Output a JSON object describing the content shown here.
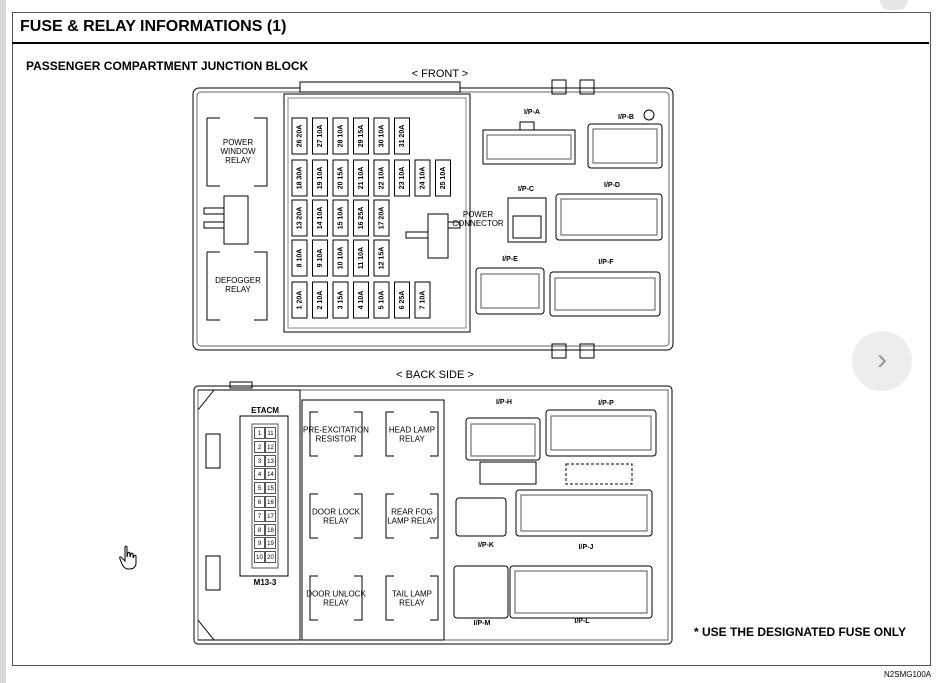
{
  "header": {
    "title": "FUSE & RELAY INFORMATIONS (1)"
  },
  "diagram": {
    "subtitle": "PASSENGER COMPARTMENT JUNCTION BLOCK",
    "front_label": "< FRONT >",
    "back_label": "< BACK SIDE >",
    "note": "* USE THE DESIGNATED FUSE ONLY",
    "image_code": "N2SMG100A",
    "front": {
      "relays": [
        "POWER WINDOW RELAY",
        "DEFOGGER RELAY"
      ],
      "fuse_rows": [
        [
          "26 20A",
          "27 10A",
          "28 10A",
          "29 15A",
          "30 10A",
          "31 20A"
        ],
        [
          "18 30A",
          "19 10A",
          "20 15A",
          "21 10A",
          "22 10A",
          "23 10A",
          "24 10A",
          "25 10A"
        ],
        [
          "13 20A",
          "14 10A",
          "15 10A",
          "16 25A",
          "17 20A"
        ],
        [
          "8 10A",
          "9 10A",
          "10 10A",
          "11 10A",
          "12 15A"
        ],
        [
          "1 20A",
          "2 10A",
          "3 15A",
          "4 10A",
          "5 10A",
          "6 25A",
          "7 10A"
        ]
      ],
      "power_connector": "POWER CONNECTOR",
      "connectors": [
        "I/P-A",
        "I/P-B",
        "I/P-C",
        "I/P-D",
        "I/P-E",
        "I/P-F"
      ]
    },
    "back": {
      "etacm": "ETACM",
      "etacm_code": "M13-3",
      "etacm_pins_left": [
        "1",
        "2",
        "3",
        "4",
        "5",
        "6",
        "7",
        "8",
        "9",
        "10"
      ],
      "etacm_pins_right": [
        "11",
        "12",
        "13",
        "14",
        "15",
        "16",
        "17",
        "18",
        "19",
        "20"
      ],
      "relays": [
        "PRE-EXCITATION RESISTOR",
        "HEAD LAMP RELAY",
        "DOOR LOCK RELAY",
        "REAR FOG LAMP RELAY",
        "DOOR UNLOCK RELAY",
        "TAIL LAMP RELAY"
      ],
      "connectors": [
        "I/P-H",
        "I/P-P",
        "I/P-K",
        "I/P-J",
        "I/P-M",
        "I/P-L"
      ]
    }
  },
  "icons": {
    "next": "chevron-right-icon",
    "cursor": "hand-cursor-icon"
  }
}
